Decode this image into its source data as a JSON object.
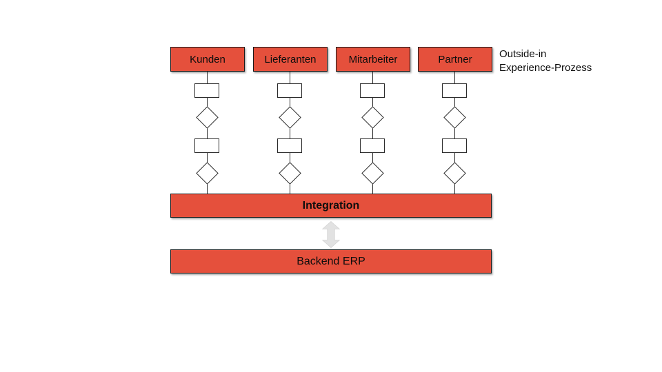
{
  "diagram": {
    "top_boxes": [
      {
        "label": "Kunden"
      },
      {
        "label": "Lieferanten"
      },
      {
        "label": "Mitarbeiter"
      },
      {
        "label": "Partner"
      }
    ],
    "side_note": "Outside-in\nExperience-Prozess",
    "integration_label": "Integration",
    "backend_label": "Backend ERP",
    "icons": {
      "between_bars": "double-vertical-arrow-icon"
    },
    "colors": {
      "box_fill": "#E5503C",
      "box_border": "#1A1A1A",
      "shape_outline": "#2B2B2B",
      "arrow_fill": "#E2E2E2",
      "background": "#FFFFFF"
    }
  }
}
